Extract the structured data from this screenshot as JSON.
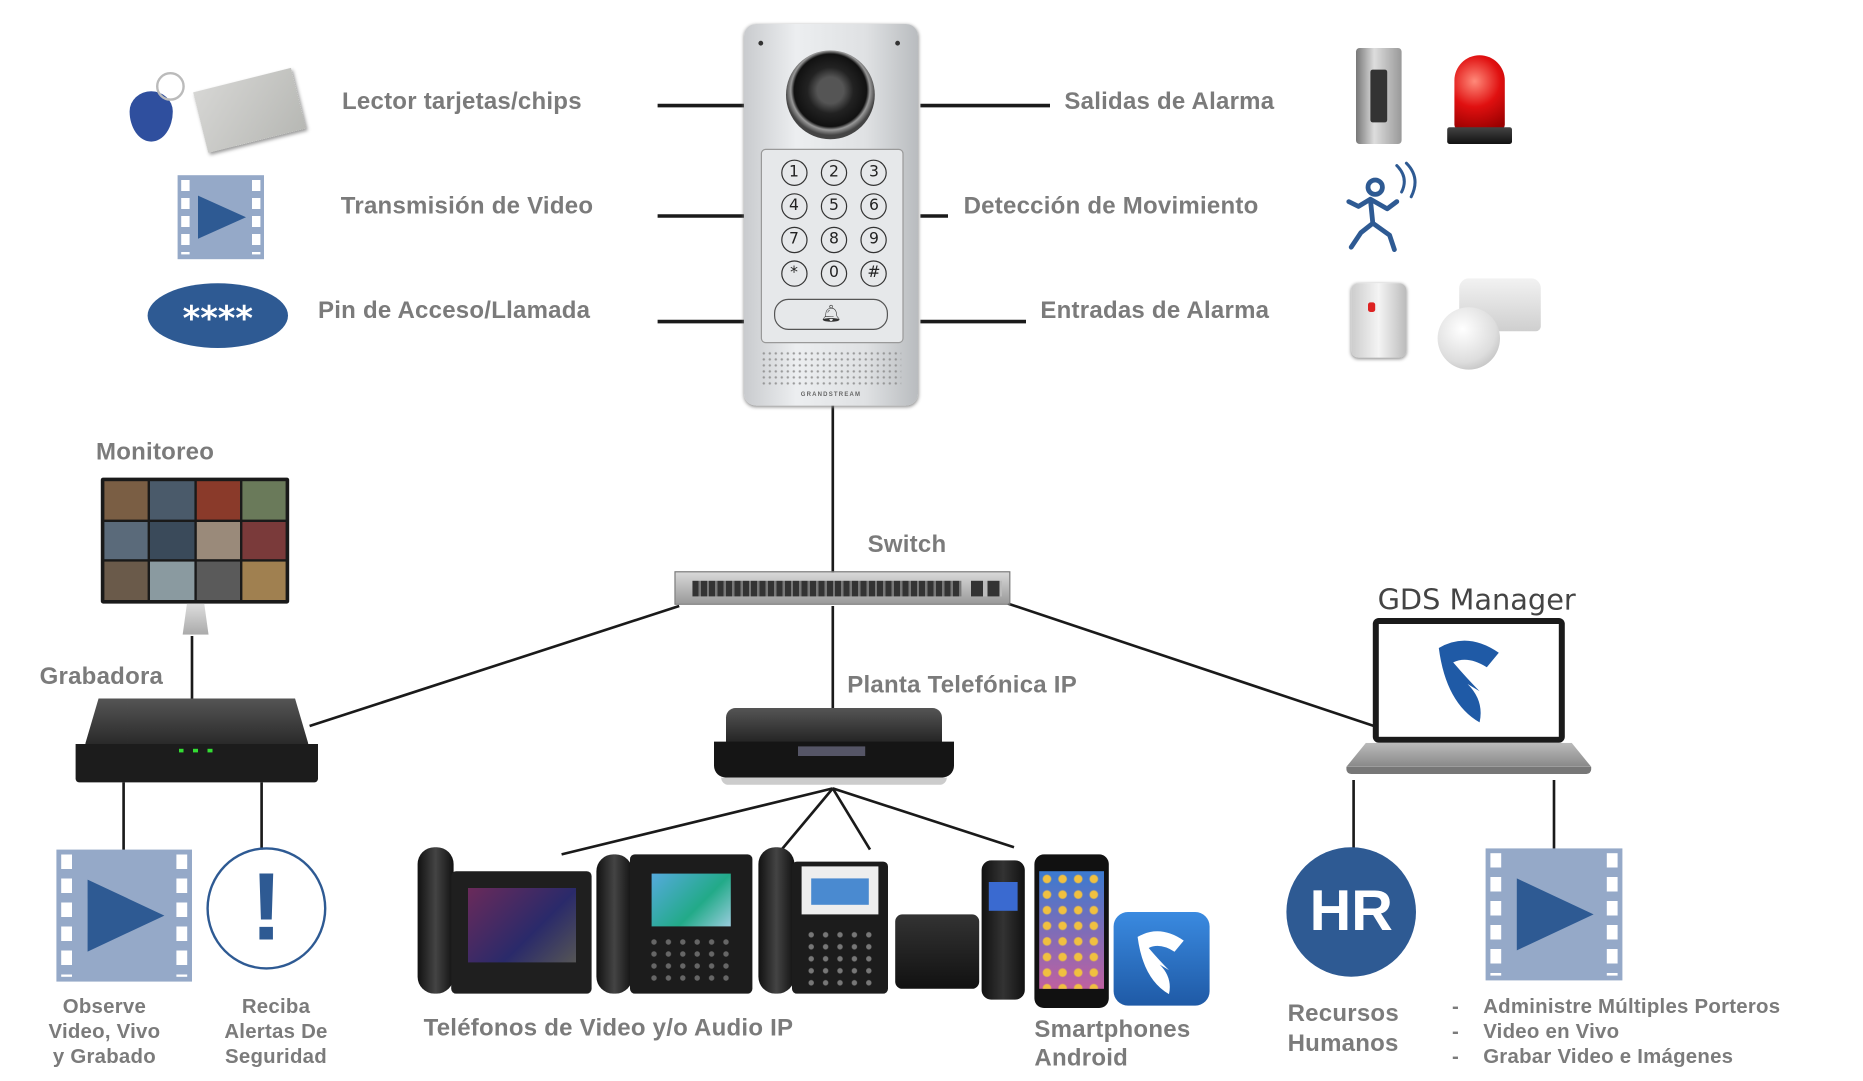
{
  "colors": {
    "label": "#7b7b7b",
    "brand_blue": "#2e5a93",
    "film_blue": "#95a9c8",
    "line": "#1a1a1a",
    "alarm_red": "#e01010"
  },
  "intercom": {
    "keypad": [
      "1",
      "2",
      "3",
      "4",
      "5",
      "6",
      "7",
      "8",
      "9",
      "*",
      "0",
      "#"
    ],
    "brand": "GRANDSTREAM",
    "bell_icon": "bell-icon"
  },
  "features_left": [
    {
      "label": "Lector tarjetas/chips",
      "icon": "rfid-card-icon"
    },
    {
      "label": "Transmisión de Video",
      "icon": "video-play-icon"
    },
    {
      "label": "Pin de Acceso/Llamada",
      "icon": "pin-icon",
      "pin_text": "****"
    }
  ],
  "features_right": [
    {
      "label": "Salidas de Alarma",
      "icon": "door-strike-and-siren-icon"
    },
    {
      "label": "Detección de Movimiento",
      "icon": "running-person-icon"
    },
    {
      "label": "Entradas de Alarma",
      "icon": "motion-sensor-icon"
    }
  ],
  "network": {
    "switch": "Switch",
    "pbx": "Planta Telefónica IP",
    "monitor": "Monitoreo",
    "recorder": "Grabadora",
    "manager": "GDS Manager"
  },
  "bottom": {
    "observe": [
      "Observe",
      "Video, Vivo",
      "y Grabado"
    ],
    "alerts": [
      "Reciba",
      "Alertas De",
      "Seguridad"
    ],
    "phones": "Teléfonos de Video y/o Audio IP",
    "smartphones": [
      "Smartphones",
      "Android"
    ],
    "hr_badge": "HR",
    "hr": [
      "Recursos",
      "Humanos"
    ],
    "manager_features": [
      "Administre Múltiples Porteros",
      "Video en Vivo",
      "Grabar Video e Imágenes"
    ],
    "bullet": "-"
  }
}
